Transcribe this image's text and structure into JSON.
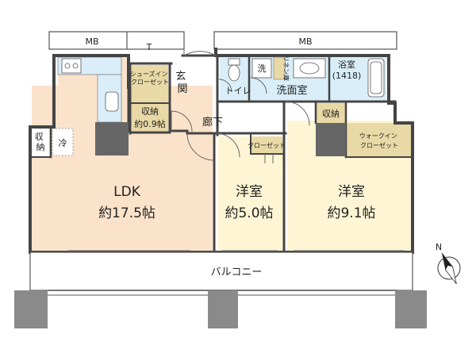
{
  "colors": {
    "wall": "#555555",
    "wall_outline": "#333333",
    "ldk_floor": "#fbe3cb",
    "room_floor": "#fdf5d4",
    "wet_floor": "#d9eef8",
    "storage_floor": "#e9d9a6",
    "column": "#666666",
    "balcony_column": "#8a8a8a"
  },
  "icons": [
    "stove-icon",
    "sink-icon",
    "fridge-icon",
    "toilet-icon",
    "washbasin-icon",
    "bathtub-icon",
    "washing-machine-icon",
    "north-arrow-icon"
  ],
  "labels": {
    "mb_left": "MB",
    "t": "T",
    "mb_right": "MB",
    "shoes_in_closet": "シューズイン\nクローゼット",
    "genkan": "玄\n関",
    "storage_name": "収納",
    "storage_size": "約0.9帖",
    "corridor": "廊下",
    "toilet": "トイレ",
    "wash": "洗",
    "linen": "リネン庫",
    "washroom": "洗面室",
    "bath_name": "浴室",
    "bath_size": "(1418)",
    "storage_bedroom": "収納",
    "walk_in_closet": "ウォークイン\nクローゼット",
    "storage_ldk": "収\n納",
    "fridge": "冷",
    "ldk_name": "LDK",
    "ldk_size": "約17.5帖",
    "room1_name": "洋室",
    "room1_size": "約5.0帖",
    "closet": "クローゼット",
    "room2_name": "洋室",
    "room2_size": "約9.1帖",
    "balcony": "バルコニー",
    "north": "N"
  }
}
